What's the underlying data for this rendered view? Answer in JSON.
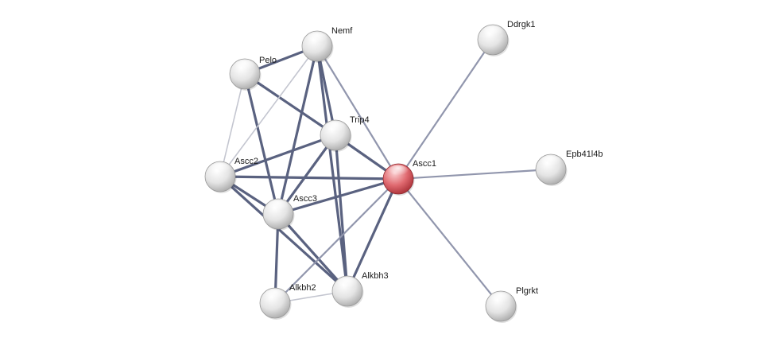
{
  "nodes": [
    {
      "id": "nemf",
      "label": "Nemf",
      "query": false
    },
    {
      "id": "pelo",
      "label": "Pelo",
      "query": false
    },
    {
      "id": "trip4",
      "label": "Trip4",
      "query": false
    },
    {
      "id": "ascc2",
      "label": "Ascc2",
      "query": false
    },
    {
      "id": "ascc1",
      "label": "Ascc1",
      "query": true
    },
    {
      "id": "ascc3",
      "label": "Ascc3",
      "query": false
    },
    {
      "id": "alkbh2",
      "label": "Alkbh2",
      "query": false
    },
    {
      "id": "alkbh3",
      "label": "Alkbh3",
      "query": false
    },
    {
      "id": "ddrgk1",
      "label": "Ddrgk1",
      "query": false
    },
    {
      "id": "epb41l4b",
      "label": "Epb41l4b",
      "query": false
    },
    {
      "id": "plgrkt",
      "label": "Plgrkt",
      "query": false
    }
  ],
  "edges": [
    {
      "source": "pelo",
      "target": "nemf",
      "strength": "strong"
    },
    {
      "source": "pelo",
      "target": "ascc2",
      "strength": "weak"
    },
    {
      "source": "pelo",
      "target": "ascc3",
      "strength": "strong"
    },
    {
      "source": "pelo",
      "target": "trip4",
      "strength": "strong"
    },
    {
      "source": "nemf",
      "target": "trip4",
      "strength": "strong"
    },
    {
      "source": "nemf",
      "target": "ascc2",
      "strength": "weak"
    },
    {
      "source": "nemf",
      "target": "ascc3",
      "strength": "strong"
    },
    {
      "source": "nemf",
      "target": "alkbh3",
      "strength": "strong"
    },
    {
      "source": "nemf",
      "target": "ascc1",
      "strength": "medium"
    },
    {
      "source": "trip4",
      "target": "ascc2",
      "strength": "strong"
    },
    {
      "source": "trip4",
      "target": "ascc3",
      "strength": "strong"
    },
    {
      "source": "trip4",
      "target": "ascc1",
      "strength": "strong"
    },
    {
      "source": "trip4",
      "target": "alkbh3",
      "strength": "strong"
    },
    {
      "source": "ascc2",
      "target": "ascc1",
      "strength": "strong"
    },
    {
      "source": "ascc2",
      "target": "ascc3",
      "strength": "strong"
    },
    {
      "source": "ascc2",
      "target": "alkbh3",
      "strength": "strong"
    },
    {
      "source": "ascc3",
      "target": "ascc1",
      "strength": "strong"
    },
    {
      "source": "ascc3",
      "target": "alkbh2",
      "strength": "strong"
    },
    {
      "source": "ascc3",
      "target": "alkbh3",
      "strength": "strong"
    },
    {
      "source": "ascc1",
      "target": "alkbh3",
      "strength": "strong"
    },
    {
      "source": "ascc1",
      "target": "alkbh2",
      "strength": "medium"
    },
    {
      "source": "alkbh2",
      "target": "alkbh3",
      "strength": "weak"
    },
    {
      "source": "ascc1",
      "target": "ddrgk1",
      "strength": "medium"
    },
    {
      "source": "ascc1",
      "target": "epb41l4b",
      "strength": "medium"
    },
    {
      "source": "ascc1",
      "target": "plgrkt",
      "strength": "medium"
    }
  ],
  "colors": {
    "query_node": "#d9575e",
    "node": "#e6e6e6",
    "edge_strong": "#5a6280",
    "edge_medium": "#9196ad",
    "edge_weak": "#c4c6d0"
  }
}
